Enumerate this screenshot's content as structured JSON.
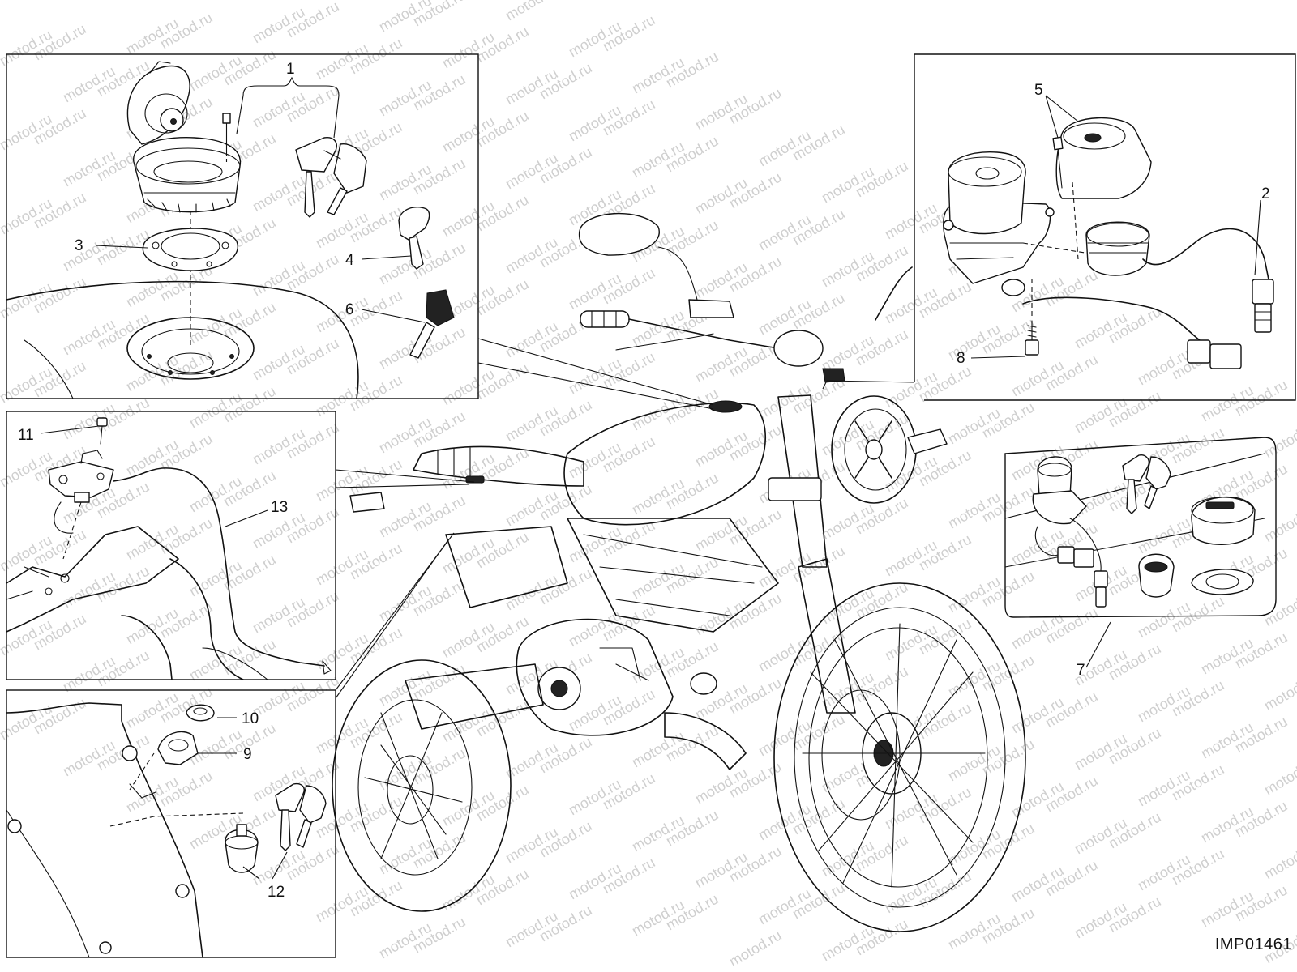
{
  "diagram": {
    "image_code": "IMP01461",
    "watermark_text": "motod.ru",
    "line_color": "#111111",
    "watermark_color": "#cfcfcf",
    "callouts": [
      {
        "id": "c1",
        "label": "1"
      },
      {
        "id": "c2",
        "label": "2"
      },
      {
        "id": "c3",
        "label": "3"
      },
      {
        "id": "c4",
        "label": "4"
      },
      {
        "id": "c5",
        "label": "5"
      },
      {
        "id": "c6",
        "label": "6"
      },
      {
        "id": "c7",
        "label": "7"
      },
      {
        "id": "c8",
        "label": "8"
      },
      {
        "id": "c9",
        "label": "9"
      },
      {
        "id": "c10",
        "label": "10"
      },
      {
        "id": "c11",
        "label": "11"
      },
      {
        "id": "c12",
        "label": "12"
      },
      {
        "id": "c13",
        "label": "13"
      }
    ]
  }
}
